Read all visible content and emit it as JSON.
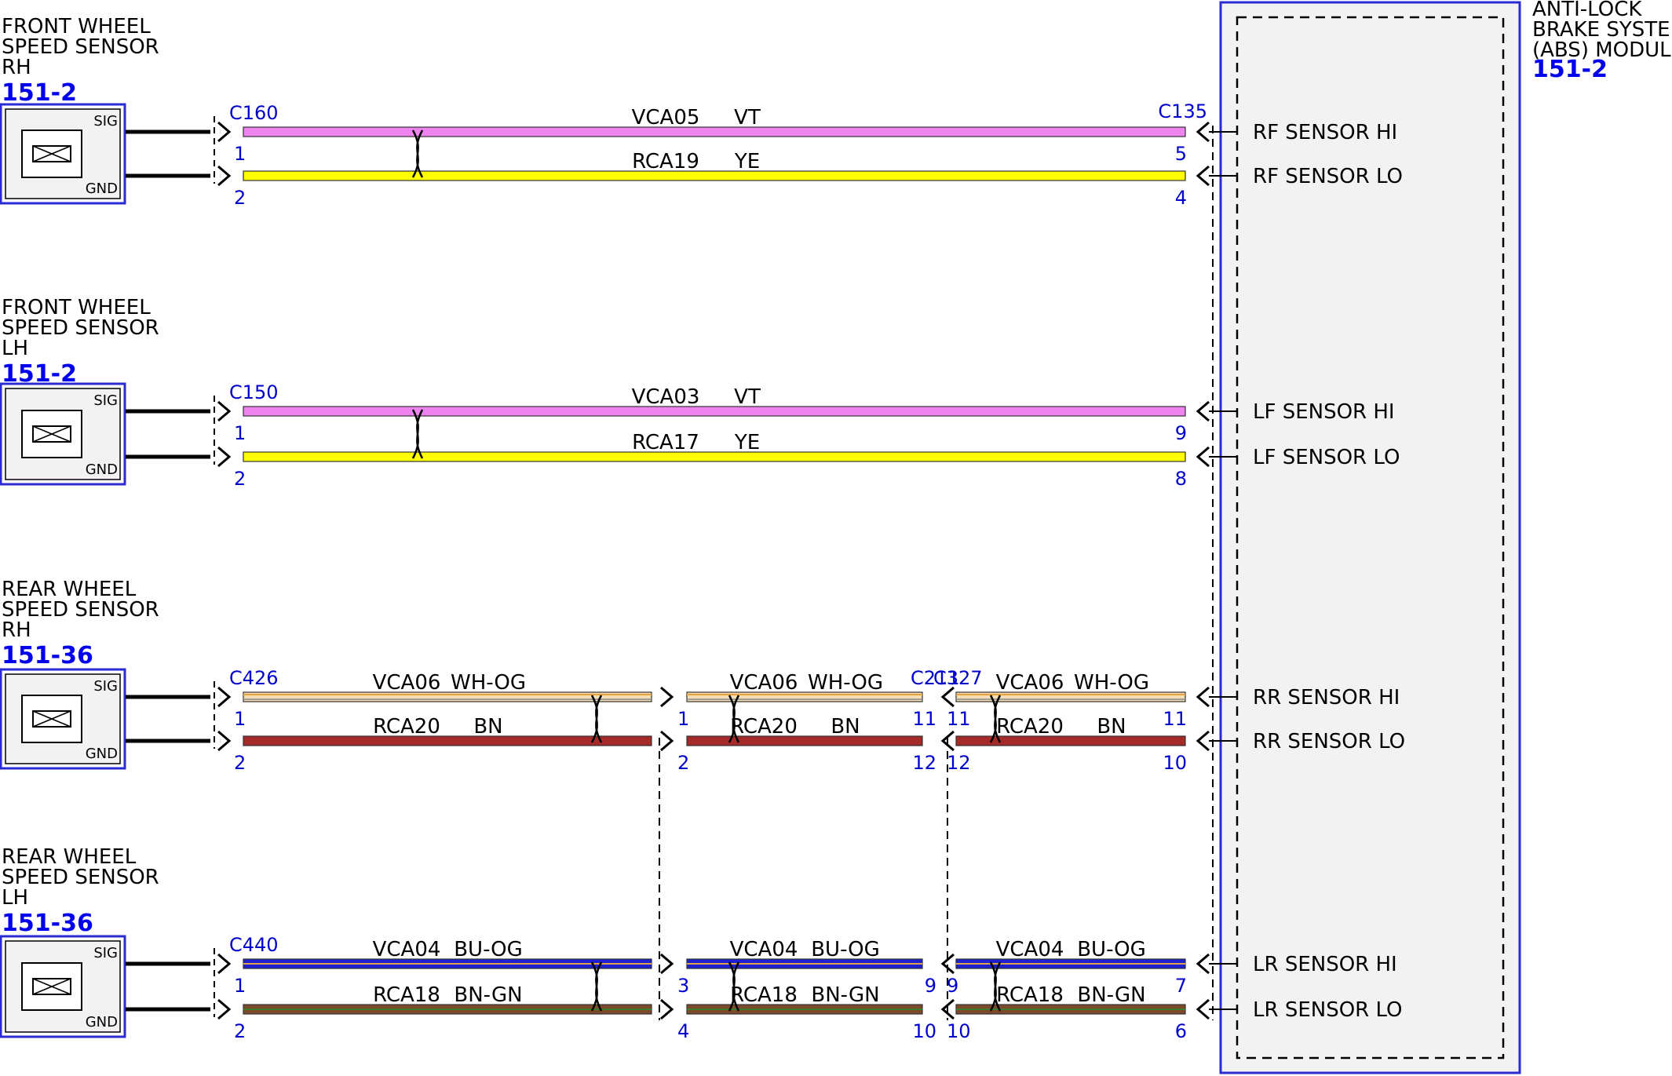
{
  "module": {
    "title_lines": [
      "ANTI-LOCK",
      "BRAKE SYSTEM",
      "(ABS) MODULE"
    ],
    "ref": "151-2",
    "connector": "C135"
  },
  "colors": {
    "VT": "#ee82ee",
    "YE": "#ffff00",
    "WH-OG": "#f5deb3",
    "BN": "#a52a2a",
    "BU-OG": "#1f1fd2",
    "BN-GN": "#7a4a2a",
    "frame": "#2b2bd6",
    "pin_text": "#0000cc"
  },
  "sensors": [
    {
      "title_lines": [
        "FRONT WHEEL",
        "SPEED SENSOR",
        "RH"
      ],
      "ref": "151-2",
      "pin_sig": "SIG",
      "pin_gnd": "GND",
      "connector": "C160",
      "segments": [
        {
          "wires": [
            {
              "circuit": "VCA05",
              "color": "VT",
              "from_pin": "1",
              "to_pin": "5"
            },
            {
              "circuit": "RCA19",
              "color": "YE",
              "from_pin": "2",
              "to_pin": "4"
            }
          ]
        }
      ],
      "module_pins": [
        "RF SENSOR HI",
        "RF SENSOR LO"
      ]
    },
    {
      "title_lines": [
        "FRONT WHEEL",
        "SPEED SENSOR",
        "LH"
      ],
      "ref": "151-2",
      "pin_sig": "SIG",
      "pin_gnd": "GND",
      "connector": "C150",
      "segments": [
        {
          "wires": [
            {
              "circuit": "VCA03",
              "color": "VT",
              "from_pin": "1",
              "to_pin": "9"
            },
            {
              "circuit": "RCA17",
              "color": "YE",
              "from_pin": "2",
              "to_pin": "8"
            }
          ]
        }
      ],
      "module_pins": [
        "LF SENSOR HI",
        "LF SENSOR LO"
      ]
    },
    {
      "title_lines": [
        "REAR WHEEL",
        "SPEED SENSOR",
        "RH"
      ],
      "ref": "151-36",
      "pin_sig": "SIG",
      "pin_gnd": "GND",
      "connector": "C426",
      "segments": [
        {
          "wires": [
            {
              "circuit": "VCA06",
              "color": "WH-OG",
              "from_pin": "1",
              "to_pin": "1"
            },
            {
              "circuit": "RCA20",
              "color": "BN",
              "from_pin": "2",
              "to_pin": "2"
            }
          ]
        },
        {
          "connector": "C327",
          "wires": [
            {
              "circuit": "VCA06",
              "color": "WH-OG",
              "from_pin": "1",
              "to_pin": "11"
            },
            {
              "circuit": "RCA20",
              "color": "BN",
              "from_pin": "2",
              "to_pin": "12"
            }
          ]
        },
        {
          "connector": "C211",
          "wires": [
            {
              "circuit": "VCA06",
              "color": "WH-OG",
              "from_pin": "11",
              "to_pin": "11"
            },
            {
              "circuit": "RCA20",
              "color": "BN",
              "from_pin": "12",
              "to_pin": "10"
            }
          ]
        }
      ],
      "module_pins": [
        "RR SENSOR HI",
        "RR SENSOR LO"
      ]
    },
    {
      "title_lines": [
        "REAR WHEEL",
        "SPEED SENSOR",
        "LH"
      ],
      "ref": "151-36",
      "pin_sig": "SIG",
      "pin_gnd": "GND",
      "connector": "C440",
      "segments": [
        {
          "wires": [
            {
              "circuit": "VCA04",
              "color": "BU-OG",
              "from_pin": "1",
              "to_pin": "3"
            },
            {
              "circuit": "RCA18",
              "color": "BN-GN",
              "from_pin": "2",
              "to_pin": "4"
            }
          ]
        },
        {
          "wires": [
            {
              "circuit": "VCA04",
              "color": "BU-OG",
              "from_pin": "3",
              "to_pin": "9"
            },
            {
              "circuit": "RCA18",
              "color": "BN-GN",
              "from_pin": "4",
              "to_pin": "10"
            }
          ]
        },
        {
          "wires": [
            {
              "circuit": "VCA04",
              "color": "BU-OG",
              "from_pin": "9",
              "to_pin": "7"
            },
            {
              "circuit": "RCA18",
              "color": "BN-GN",
              "from_pin": "10",
              "to_pin": "6"
            }
          ]
        }
      ],
      "module_pins": [
        "LR SENSOR HI",
        "LR SENSOR LO"
      ]
    }
  ]
}
